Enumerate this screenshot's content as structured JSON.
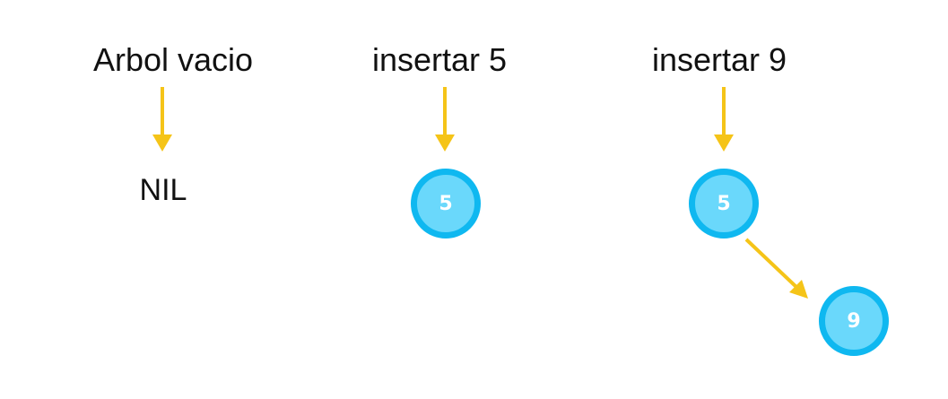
{
  "diagram": {
    "steps": [
      {
        "title": "Arbol vacio",
        "result": "NIL"
      },
      {
        "title": "insertar 5",
        "root": "5"
      },
      {
        "title": "insertar 9",
        "root": "5",
        "child_right": "9"
      }
    ],
    "colors": {
      "arrow": "#f5c418",
      "node_fill": "#6ad8fb",
      "node_border": "#0fb8f0",
      "text": "#111111"
    }
  }
}
